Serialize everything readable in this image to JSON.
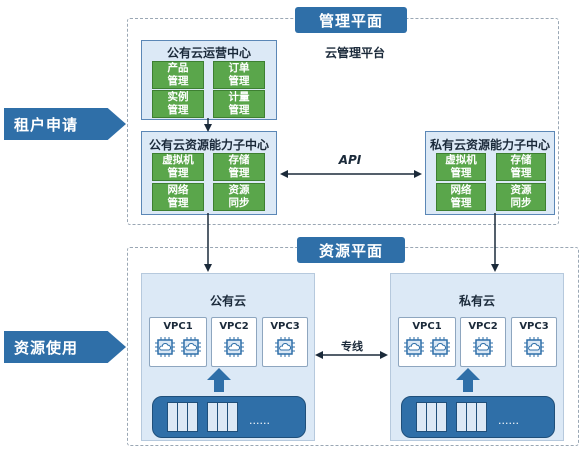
{
  "management_plane": {
    "title": "管理平面",
    "platform_label": "云管理平台",
    "public_ops": {
      "title": "公有云运营中心",
      "buttons": [
        "产品\n管理",
        "订单\n管理",
        "实例\n管理",
        "计量\n管理"
      ]
    },
    "public_resource": {
      "title": "公有云资源能力子中心",
      "buttons": [
        "虚拟机\n管理",
        "存储\n管理",
        "网络\n管理",
        "资源\n同步"
      ]
    },
    "private_resource": {
      "title": "私有云资源能力子中心",
      "buttons": [
        "虚拟机\n管理",
        "存储\n管理",
        "网络\n管理",
        "资源\n同步"
      ]
    },
    "api_label": "API"
  },
  "resource_plane": {
    "title": "资源平面",
    "public_cloud": {
      "title": "公有云",
      "vpcs": [
        "VPC1",
        "VPC2",
        "VPC3"
      ],
      "more": "......"
    },
    "private_cloud": {
      "title": "私有云",
      "vpcs": [
        "VPC1",
        "VPC2",
        "VPC3"
      ],
      "more": "......"
    },
    "link_label": "专线"
  },
  "side_arrows": {
    "tenant_request": "租户申请",
    "resource_use": "资源使用"
  },
  "colors": {
    "accent_blue": "#2f6fa8",
    "green": "#5aa64b",
    "light_blue": "#dce9f6"
  }
}
